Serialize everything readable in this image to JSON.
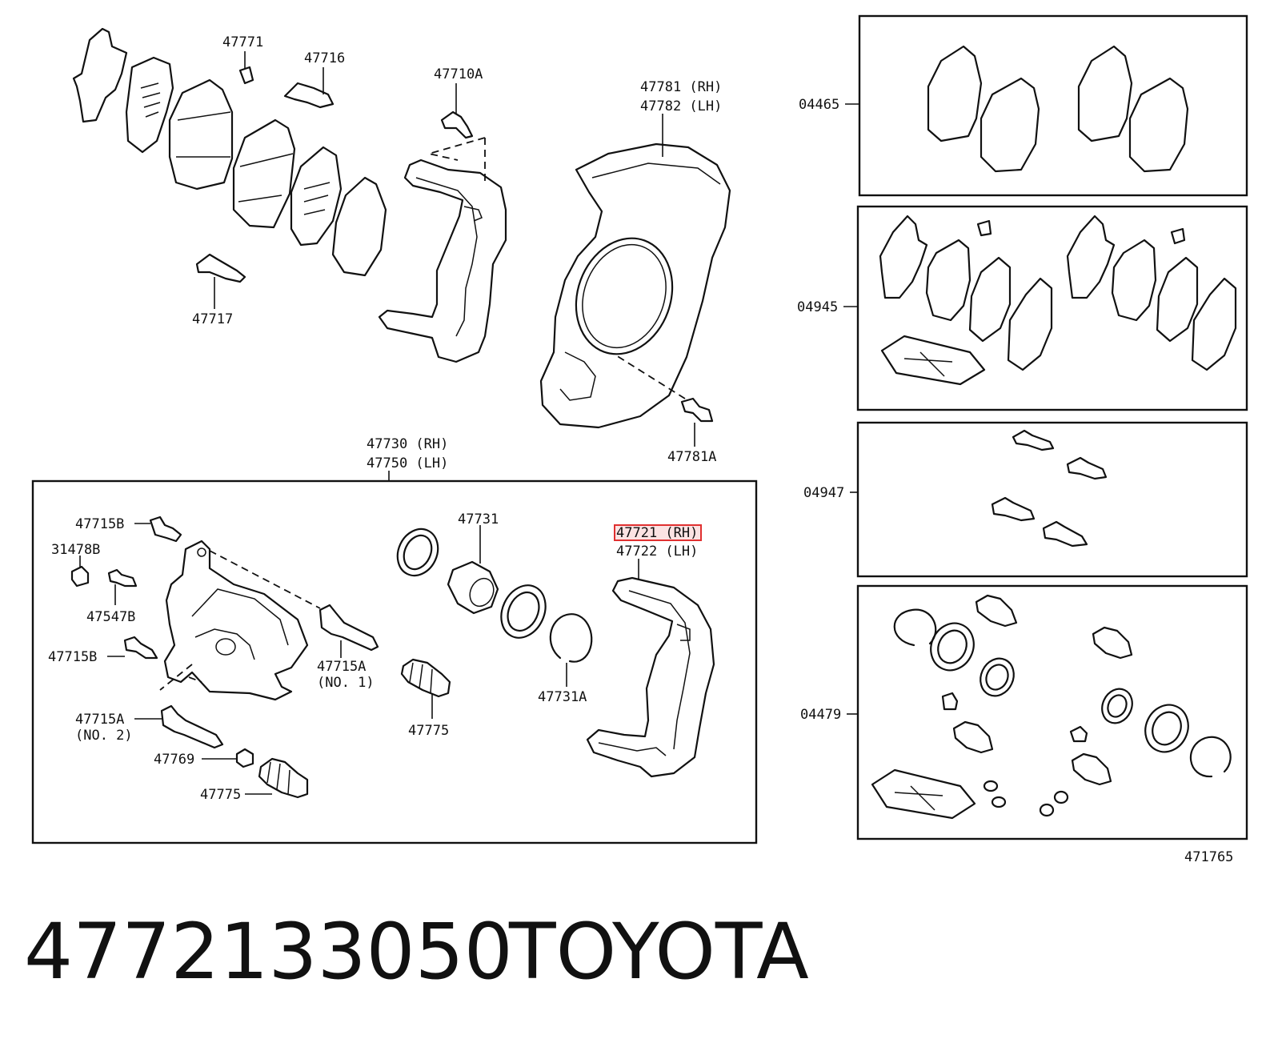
{
  "callouts": {
    "c47771": "47771",
    "c47716": "47716",
    "c47710A": "47710A",
    "c47781_rh": "47781 (RH)",
    "c47782_lh": "47782 (LH)",
    "c47717": "47717",
    "c47781A": "47781A",
    "c47730_rh": "47730 (RH)",
    "c47750_lh": "47750 (LH)",
    "c47715B_top": "47715B",
    "c31478B": "31478B",
    "c47547B": "47547B",
    "c47715B_mid": "47715B",
    "c47715A_no1": "47715A",
    "no1": "(NO. 1)",
    "c47715A_no2": "47715A",
    "no2": "(NO. 2)",
    "c47769": "47769",
    "c47775_left": "47775",
    "c47731": "47731",
    "c47775_center": "47775",
    "c47731A": "47731A",
    "c47721_rh": "47721 (RH)",
    "c47722_lh": "47722 (LH)",
    "c04465": "04465",
    "c04945": "04945",
    "c04947": "04947",
    "c04479": "04479",
    "ref": "471765"
  },
  "highlight": {
    "part": "47721 (RH)",
    "color": "#e03030"
  },
  "caption": {
    "part_number": "4772133050",
    "brand": "TOYOTA"
  }
}
